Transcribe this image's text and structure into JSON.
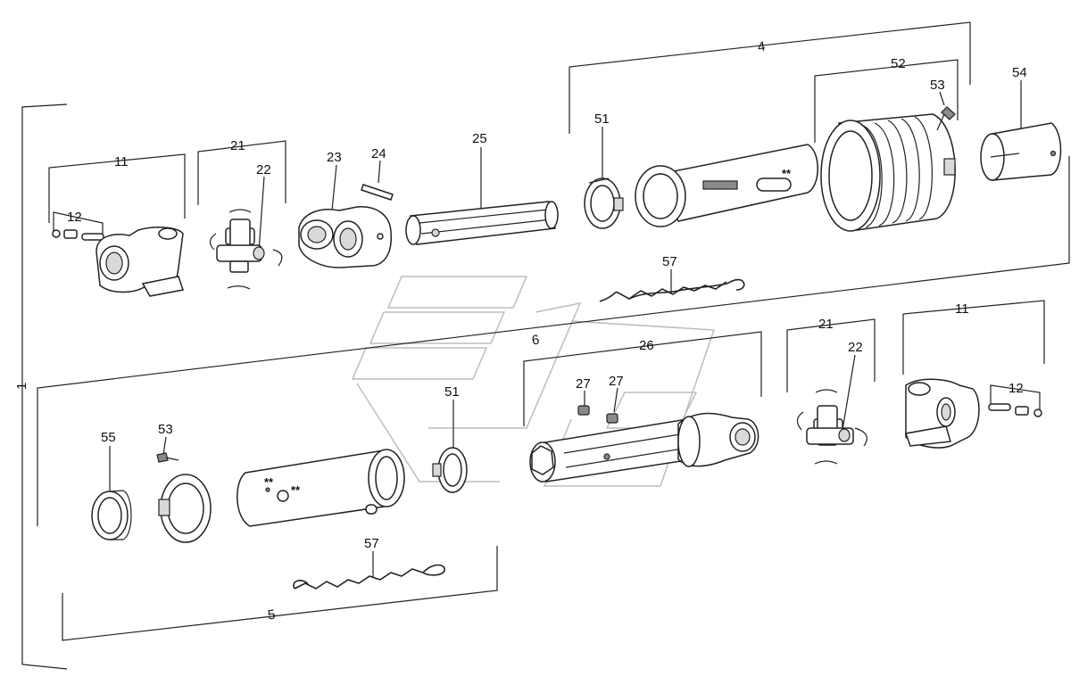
{
  "labels": {
    "n11_top": "11",
    "n12_top": "12",
    "n21_top": "21",
    "n22_top": "22",
    "n23": "23",
    "n24": "24",
    "n25": "25",
    "n51_top": "51",
    "n52": "52",
    "n53_top": "53",
    "n54": "54",
    "n57_top": "57",
    "n26": "26",
    "n27_a": "27",
    "n27_b": "27",
    "n51_bottom": "51",
    "n21_bottom": "21",
    "n22_bottom": "22",
    "n11_bottom": "11",
    "n12_bottom": "12",
    "n55": "55",
    "n53_bottom": "53",
    "n57_bottom": "57",
    "bracket_top": "4",
    "bracket_bottom": "5",
    "bracket_left": "1",
    "bracket_mid": "6"
  },
  "markers": {
    "star_tube_top": "**",
    "star_tube_bottom_a": "**",
    "star_tube_bottom_b": "**"
  },
  "colors": {
    "line": "#222222",
    "shade": "#d9d9d9",
    "watermark": "#bdbdbd"
  }
}
